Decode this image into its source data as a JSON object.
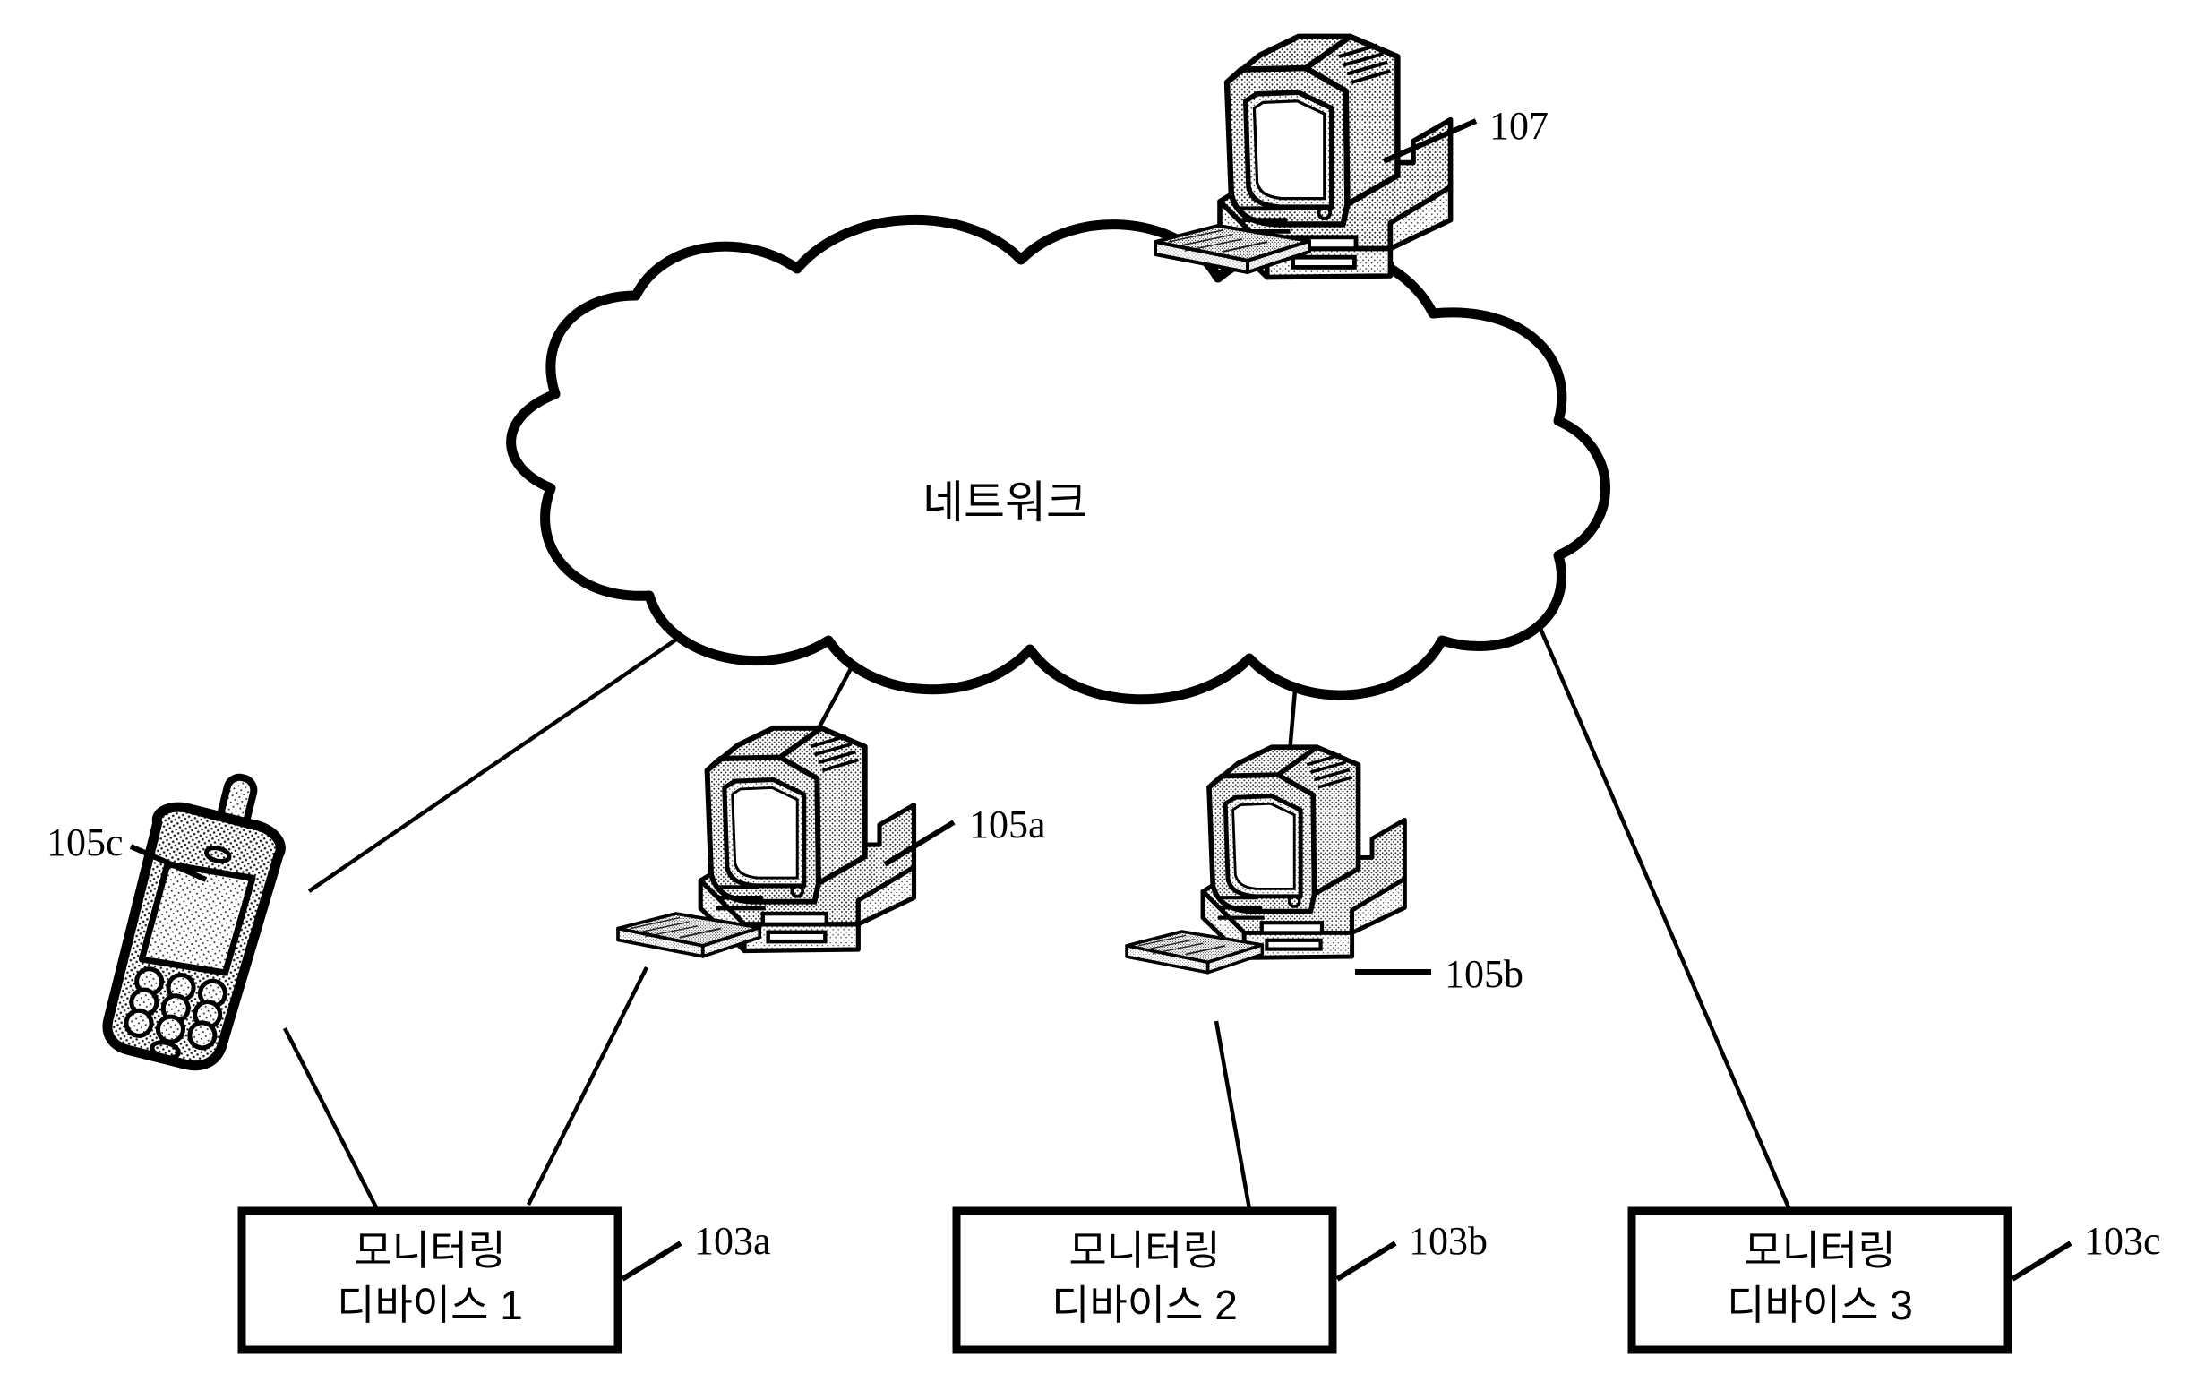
{
  "figure": {
    "type": "network-architecture-diagram",
    "background_color": "#ffffff",
    "line_color": "#000000"
  },
  "cloud": {
    "label": "네트워크",
    "name": "network-cloud"
  },
  "server": {
    "ref": "107",
    "icon": "desktop-computer-icon",
    "description": "desktop computer with CRT monitor and keyboard"
  },
  "clients": [
    {
      "ref": "105a",
      "icon": "desktop-computer-icon",
      "description": "desktop computer with CRT monitor and keyboard"
    },
    {
      "ref": "105b",
      "icon": "desktop-computer-icon",
      "description": "desktop computer with CRT monitor and keyboard"
    },
    {
      "ref": "105c",
      "icon": "mobile-phone-icon",
      "description": "mobile phone with antenna and keypad"
    }
  ],
  "monitoring_devices": [
    {
      "ref": "103a",
      "line1": "모니터링",
      "line2": "디바이스 1"
    },
    {
      "ref": "103b",
      "line1": "모니터링",
      "line2": "디바이스 2"
    },
    {
      "ref": "103c",
      "line1": "모니터링",
      "line2": "디바이스 3"
    }
  ]
}
